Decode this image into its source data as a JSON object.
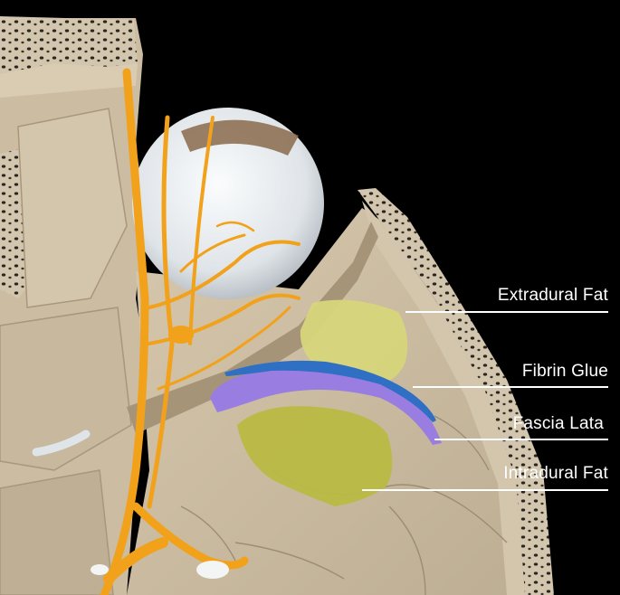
{
  "labels": {
    "extradural_fat": "Extradural Fat",
    "fibrin_glue": "Fibrin Glue",
    "fascia_lata": "Fascia Lata",
    "intradural_fat": "Intradural Fat"
  },
  "colors": {
    "background": "#000000",
    "bone": "#cdbfa6",
    "dura_brain": "#c8b79c",
    "nerves": "#f2a11a",
    "eyeball": "#e8ecef",
    "extradural_fat": "#d6d57a",
    "intradural_fat": "#b9b944",
    "fibrin_glue": "#2f6fc4",
    "fascia_lata": "#9a7de0",
    "label_text": "#ffffff"
  }
}
